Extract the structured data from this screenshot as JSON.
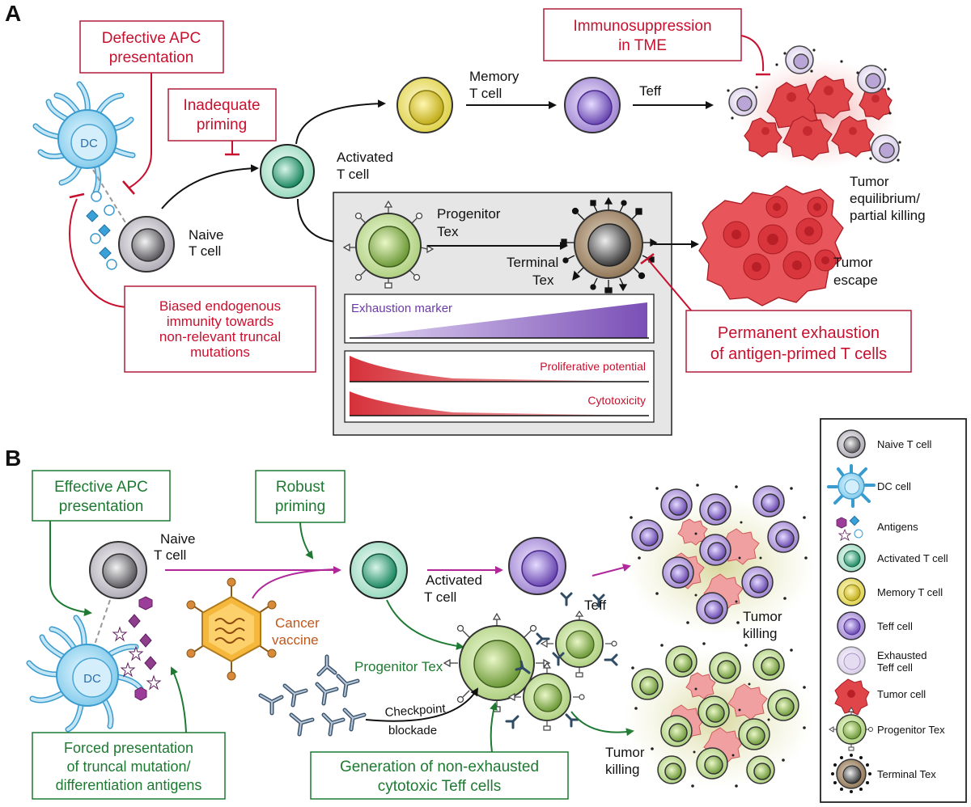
{
  "panelA": {
    "letter": "A",
    "defective_apc": [
      "Defective APC",
      "presentation"
    ],
    "inadequate_priming": [
      "Inadequate",
      "priming"
    ],
    "immunosuppression": [
      "Immunosuppression",
      "in TME"
    ],
    "biased": [
      "Biased endogenous",
      "immunity towards",
      "non-relevant truncal",
      "mutations"
    ],
    "permanent_exhaustion": [
      "Permanent exhaustion",
      "of antigen-primed T cells"
    ],
    "dc": "DC",
    "naive": [
      "Naive",
      "T cell"
    ],
    "activated": [
      "Activated",
      "T cell"
    ],
    "memory": [
      "Memory",
      "T cell"
    ],
    "teff": "Teff",
    "tumor_equilibrium": [
      "Tumor",
      "equilibrium/",
      "partial killing"
    ],
    "progenitor": [
      "Progenitor",
      "Tex"
    ],
    "terminal": [
      "Terminal",
      "Tex"
    ],
    "tumor_escape": [
      "Tumor",
      "escape"
    ],
    "exhaustion_marker": "Exhaustion marker",
    "proliferative": "Proliferative potential",
    "cytotoxicity": "Cytotoxicity"
  },
  "panelB": {
    "letter": "B",
    "effective_apc": [
      "Effective APC",
      "presentation"
    ],
    "robust_priming": [
      "Robust",
      "priming"
    ],
    "naive": [
      "Naive",
      "T cell"
    ],
    "dc": "DC",
    "cancer_vaccine": [
      "Cancer",
      "vaccine"
    ],
    "activated": [
      "Activated",
      "T cell"
    ],
    "teff": "Teff",
    "tumor_killing": [
      "Tumor",
      "killing"
    ],
    "progenitor_tex": "Progenitor Tex",
    "checkpoint": [
      "Checkpoint",
      "blockade"
    ],
    "tumor_killing2": [
      "Tumor",
      "killing"
    ],
    "forced": [
      "Forced presentation",
      "of truncal mutation/",
      "differentiation antigens"
    ],
    "generation": [
      "Generation of non-exhausted",
      "cytotoxic Teff cells"
    ]
  },
  "legend": {
    "items": [
      {
        "label": [
          "Naive T cell"
        ],
        "icon": "naive-t-cell-icon"
      },
      {
        "label": [
          "DC cell"
        ],
        "icon": "dc-cell-icon"
      },
      {
        "label": [
          "Antigens"
        ],
        "icon": "antigens-icon"
      },
      {
        "label": [
          "Activated T cell"
        ],
        "icon": "activated-t-cell-icon"
      },
      {
        "label": [
          "Memory T cell"
        ],
        "icon": "memory-t-cell-icon"
      },
      {
        "label": [
          "Teff cell"
        ],
        "icon": "teff-cell-icon"
      },
      {
        "label": [
          "Exhausted",
          "Teff cell"
        ],
        "icon": "exhausted-teff-cell-icon"
      },
      {
        "label": [
          "Tumor cell"
        ],
        "icon": "tumor-cell-icon"
      },
      {
        "label": [
          "Progenitor Tex"
        ],
        "icon": "progenitor-tex-icon"
      },
      {
        "label": [
          "Terminal Tex"
        ],
        "icon": "terminal-tex-icon"
      }
    ]
  },
  "colors": {
    "red": "#c8102e",
    "green": "#1e7a32",
    "magenta": "#b0279a",
    "dc_blue": "#8fd0ef",
    "naive_gray": "#b8b4bc",
    "activated_green": "#5fbf9a",
    "memory_yellow": "#e8d94a",
    "teff_purple": "#8e6cc9",
    "exhausted_lilac": "#d9cde8",
    "tumor_red": "#e0454a",
    "progenitor_green": "#bcd88a",
    "terminal_brown": "#8a7358",
    "vaccine_orange": "#f2b035"
  }
}
